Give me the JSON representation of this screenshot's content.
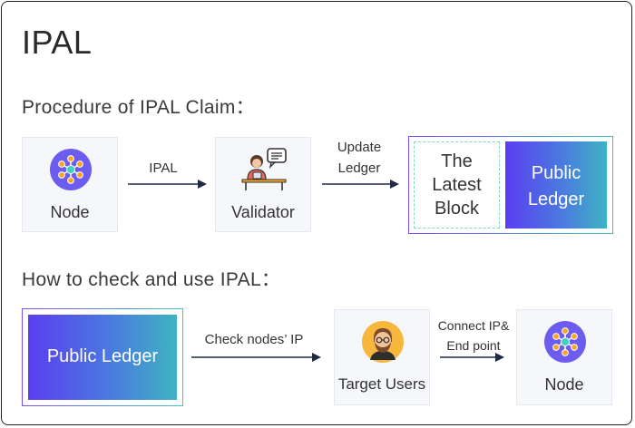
{
  "title": "IPAL",
  "section1": {
    "heading": "Procedure of IPAL Claim：",
    "node_label": "Node",
    "arrow1_label": "IPAL",
    "validator_label": "Validator",
    "arrow2_label_line1": "Update",
    "arrow2_label_line2": "Ledger",
    "latest_block_line1": "The",
    "latest_block_line2": "Latest",
    "latest_block_line3": "Block",
    "public_ledger_line1": "Public",
    "public_ledger_line2": "Ledger"
  },
  "section2": {
    "heading": "How to check and use IPAL：",
    "public_ledger_label": "Public Ledger",
    "arrow1_label": "Check nodes’ IP",
    "target_users_label": "Target Users",
    "arrow2_label_line1": "Connect IP&",
    "arrow2_label_line2": "End point",
    "node_label": "Node"
  },
  "colors": {
    "gradient_start": "#5a3ef0",
    "gradient_end": "#3fb3c2",
    "arrow": "#1f2a44",
    "node_icon_bg": "#6c5cf0"
  },
  "icons": {
    "node": "network-node-icon",
    "validator": "person-at-desk-icon",
    "target_users": "user-avatar-icon"
  }
}
